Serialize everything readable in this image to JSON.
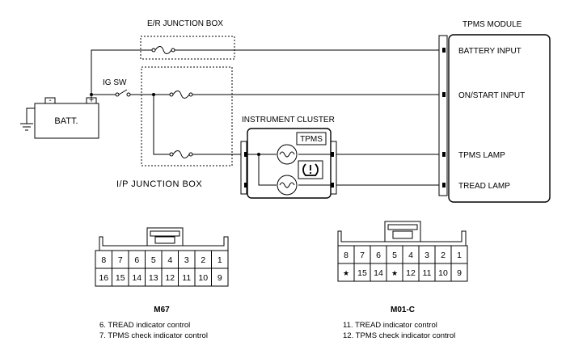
{
  "diagram": {
    "labels": {
      "er_junction_box": "E/R JUNCTION BOX",
      "ip_junction_box": "I/P JUNCTION BOX",
      "ig_sw": "IG SW",
      "battery": "BATT.",
      "instrument_cluster": "INSTRUMENT CLUSTER",
      "tpms_tag": "TPMS",
      "tpms_module": "TPMS MODULE",
      "battery_input": "BATTERY INPUT",
      "on_start_input": "ON/START INPUT",
      "tpms_lamp": "TPMS LAMP",
      "tread_lamp": "TREAD LAMP",
      "battery_plus": "+",
      "battery_minus": "-"
    }
  },
  "connectors": {
    "m67": {
      "name": "M67",
      "top_row": [
        "8",
        "7",
        "6",
        "5",
        "4",
        "3",
        "2",
        "1"
      ],
      "bottom_row": [
        "16",
        "15",
        "14",
        "13",
        "12",
        "11",
        "10",
        "9"
      ],
      "notes": [
        "6. TREAD indicator control",
        "7. TPMS check indicator control"
      ]
    },
    "m01c": {
      "name": "M01-C",
      "top_row": [
        "8",
        "7",
        "6",
        "5",
        "4",
        "3",
        "2",
        "1"
      ],
      "bottom_row": [
        "★",
        "15",
        "14",
        "★",
        "12",
        "11",
        "10",
        "9"
      ],
      "notes": [
        "11. TREAD indicator control",
        "12. TPMS check indicator control"
      ]
    }
  }
}
